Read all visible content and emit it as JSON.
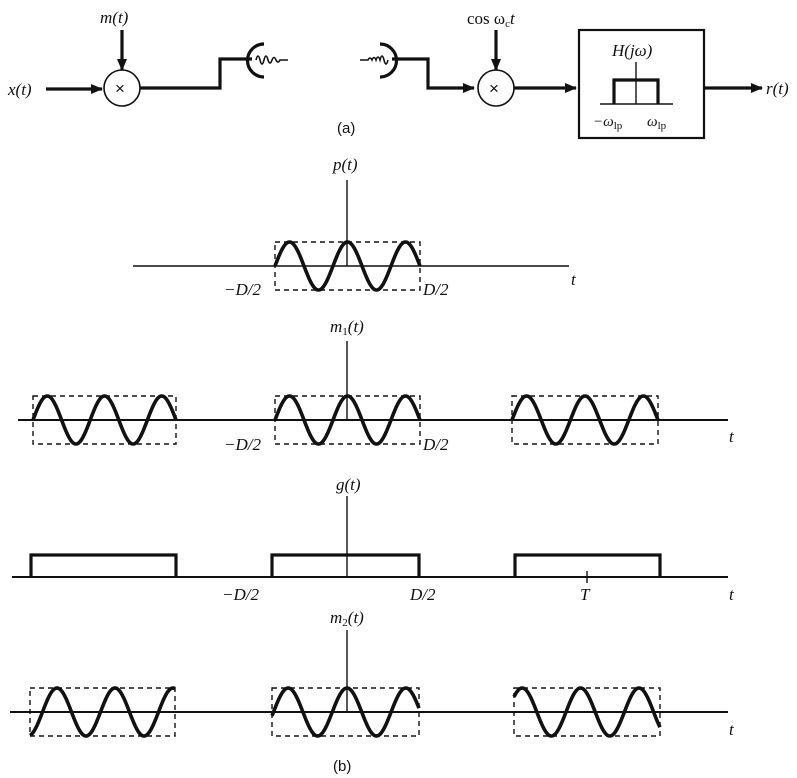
{
  "part_a": {
    "caption": "(a)",
    "input_label": "x(t)",
    "modulator_input": "m(t)",
    "multiplier_symbol": "×",
    "carrier_label": "cos ω",
    "carrier_sub": "c",
    "carrier_tail": "t",
    "filter_label": "H(jω)",
    "filter_left": "−ω",
    "filter_right": "ω",
    "filter_sub": "lp",
    "output_label": "r(t)"
  },
  "part_b": {
    "caption": "(b)",
    "plots": [
      {
        "id": "p",
        "title": "p(t)",
        "kind": "windowed-cosine",
        "periods": 1,
        "labels": [
          "−D/2",
          "D/2"
        ],
        "axis_label": "t"
      },
      {
        "id": "m1",
        "title": "m",
        "title_sub": "1",
        "title_tail": "(t)",
        "kind": "windowed-cosine",
        "periods": 3,
        "labels": [
          "−D/2",
          "D/2"
        ],
        "axis_label": "t"
      },
      {
        "id": "g",
        "title": "g(t)",
        "kind": "rect-train",
        "periods": 3,
        "labels": [
          "−D/2",
          "D/2",
          "T"
        ],
        "axis_label": "t"
      },
      {
        "id": "m2",
        "title": "m",
        "title_sub": "2",
        "title_tail": "(t)",
        "kind": "gated-cosine",
        "periods": 3,
        "labels": [],
        "axis_label": "t"
      }
    ],
    "cycles_per_pulse": 2.5
  }
}
